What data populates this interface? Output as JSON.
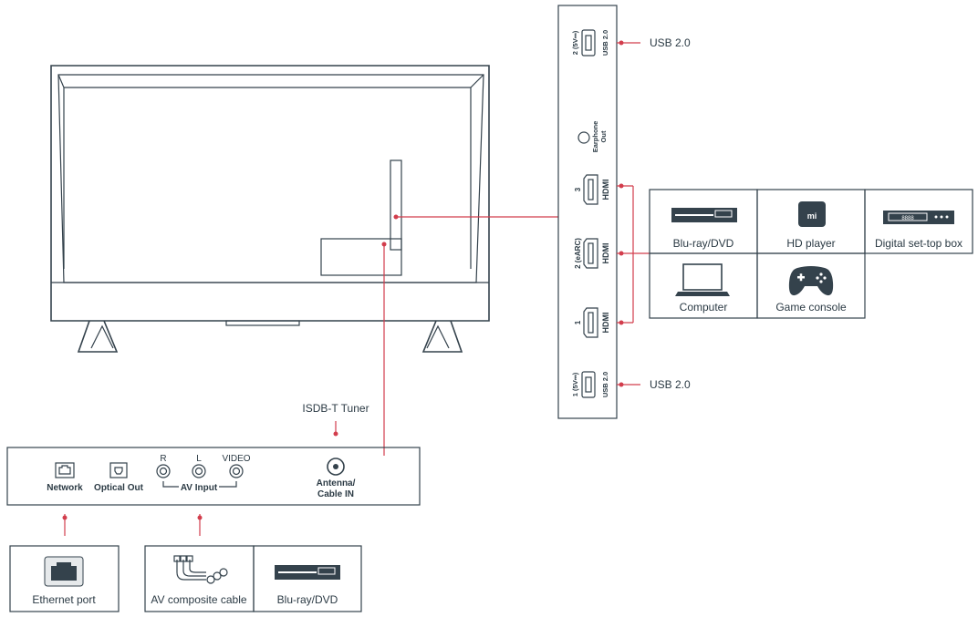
{
  "side_panel": {
    "usb_top": {
      "port_label": "2 (5V⎓)",
      "type_label": "USB 2.0",
      "callout": "USB 2.0"
    },
    "earphone": {
      "label_line1": "Earphone",
      "label_line2": "Out"
    },
    "hdmi3": {
      "port_label": "3",
      "type_label": "HDMI"
    },
    "hdmi2": {
      "port_label": "2 (eARC)",
      "type_label": "HDMI"
    },
    "hdmi1": {
      "port_label": "1",
      "type_label": "HDMI"
    },
    "usb_bottom": {
      "port_label": "1 (5V⎓)",
      "type_label": "USB 2.0",
      "callout": "USB 2.0"
    }
  },
  "hdmi_devices": [
    {
      "label": "Blu-ray/DVD",
      "icon": "bluray-player-icon"
    },
    {
      "label": "HD player",
      "icon": "mi-box-icon",
      "icon_text": "mi"
    },
    {
      "label": "Digital set-top box",
      "icon": "set-top-box-icon",
      "icon_text": "8888"
    },
    {
      "label": "Computer",
      "icon": "laptop-icon"
    },
    {
      "label": "Game console",
      "icon": "gamepad-icon"
    }
  ],
  "rear_panel": {
    "tuner_callout": "ISDB-T Tuner",
    "network": "Network",
    "optical_out": "Optical Out",
    "av_r": "R",
    "av_l": "L",
    "av_video": "VIDEO",
    "av_input": "AV Input",
    "antenna_line1": "Antenna/",
    "antenna_line2": "Cable IN"
  },
  "bottom_devices": {
    "ethernet": "Ethernet port",
    "av_cable": "AV composite cable",
    "bluray": "Blu-ray/DVD"
  },
  "colors": {
    "line": "#34424c",
    "accent": "#d23d4c",
    "background": "#ffffff"
  }
}
